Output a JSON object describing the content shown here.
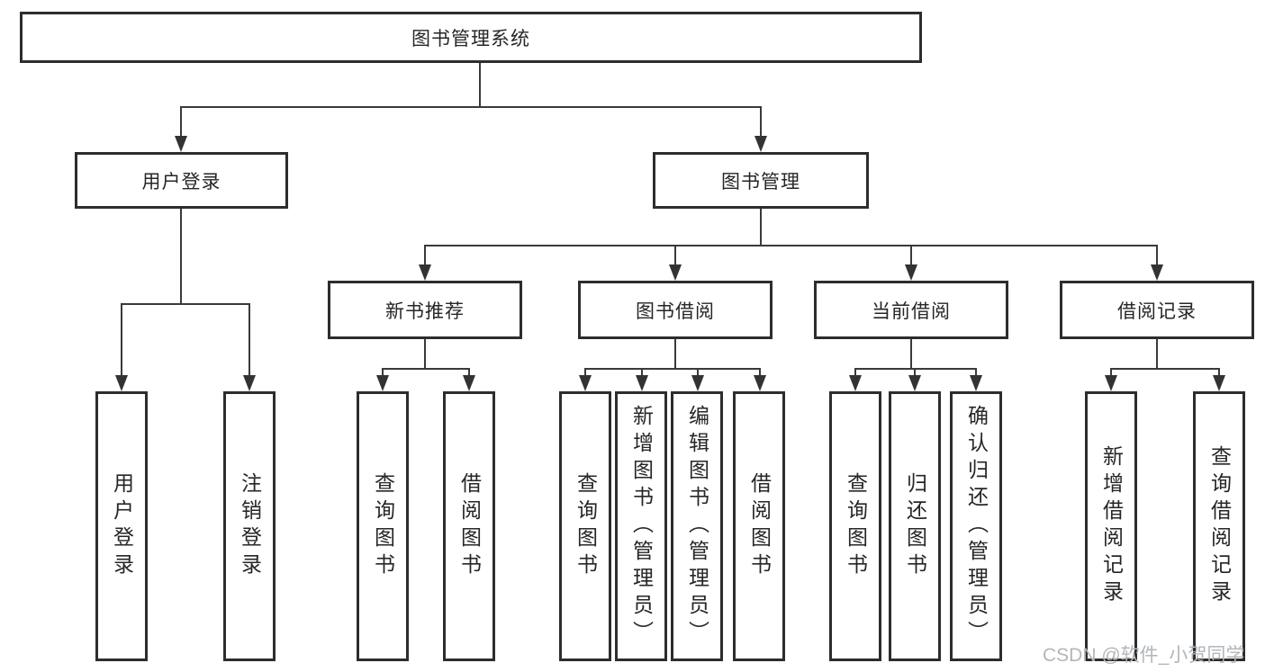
{
  "diagram": {
    "type": "hierarchy-flowchart",
    "tree": {
      "label": "图书管理系统",
      "children": [
        {
          "label": "用户登录",
          "children": [
            {
              "label": "用户登录"
            },
            {
              "label": "注销登录"
            }
          ]
        },
        {
          "label": "图书管理",
          "children": [
            {
              "label": "新书推荐",
              "children": [
                {
                  "label": "查询图书"
                },
                {
                  "label": "借阅图书"
                }
              ]
            },
            {
              "label": "图书借阅",
              "children": [
                {
                  "label": "查询图书"
                },
                {
                  "label": "新增图书（管理员）"
                },
                {
                  "label": "编辑图书（管理员）"
                },
                {
                  "label": "借阅图书"
                }
              ]
            },
            {
              "label": "当前借阅",
              "children": [
                {
                  "label": "查询图书"
                },
                {
                  "label": "归还图书"
                },
                {
                  "label": "确认归还（管理员）"
                }
              ]
            },
            {
              "label": "借阅记录",
              "children": [
                {
                  "label": "新增借阅记录"
                },
                {
                  "label": "查询借阅记录"
                }
              ]
            }
          ]
        }
      ]
    },
    "colors": {
      "background": "#ffffff",
      "box_border": "#2d2d2d",
      "box_fill": "#ffffff",
      "connector_line": "#3a3a3a",
      "text": "#262626",
      "watermark": "#b2b6ba"
    }
  },
  "watermark": {
    "text": "CSDN @软件_小贺同学"
  }
}
